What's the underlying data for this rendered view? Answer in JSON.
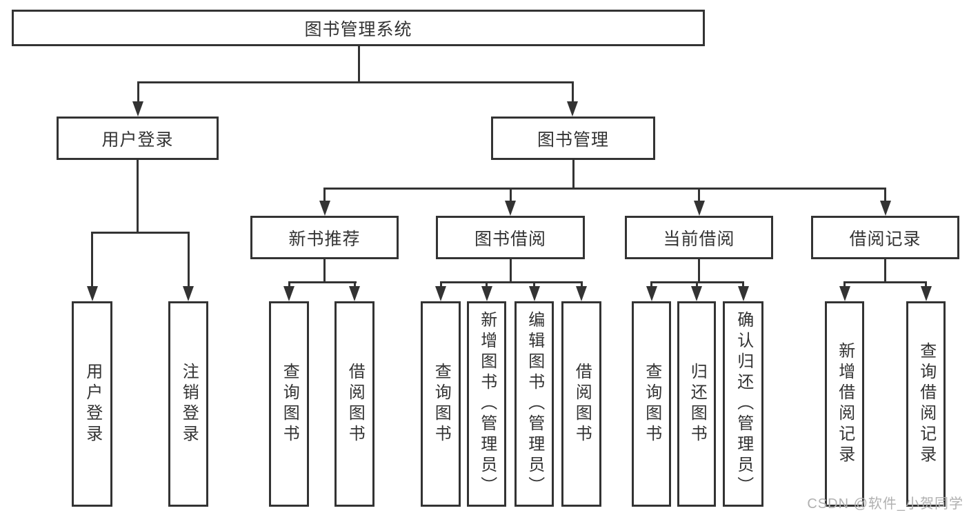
{
  "diagram": {
    "root": {
      "label": "图书管理系统"
    },
    "level2": {
      "user_login": {
        "label": "用户登录"
      },
      "book_mgmt": {
        "label": "图书管理"
      }
    },
    "level3": {
      "new_books": {
        "label": "新书推荐"
      },
      "book_borrow": {
        "label": "图书借阅"
      },
      "current_borrow": {
        "label": "当前借阅"
      },
      "borrow_records": {
        "label": "借阅记录"
      }
    },
    "leaves": {
      "user_login": [
        "用户登录",
        "注销登录"
      ],
      "new_books": [
        "查询图书",
        "借阅图书"
      ],
      "book_borrow": [
        "查询图书",
        "新增图书（管理员）",
        "编辑图书（管理员）",
        "借阅图书"
      ],
      "current_borrow": [
        "查询图书",
        "归还图书",
        "确认归还（管理员）"
      ],
      "borrow_records": [
        "新增借阅记录",
        "查询借阅记录"
      ]
    },
    "watermark": "CSDN @软件_小贺同学"
  },
  "colors": {
    "line": "#333333",
    "text": "#333333",
    "watermark": "#b0b0b0",
    "background": "#ffffff"
  }
}
